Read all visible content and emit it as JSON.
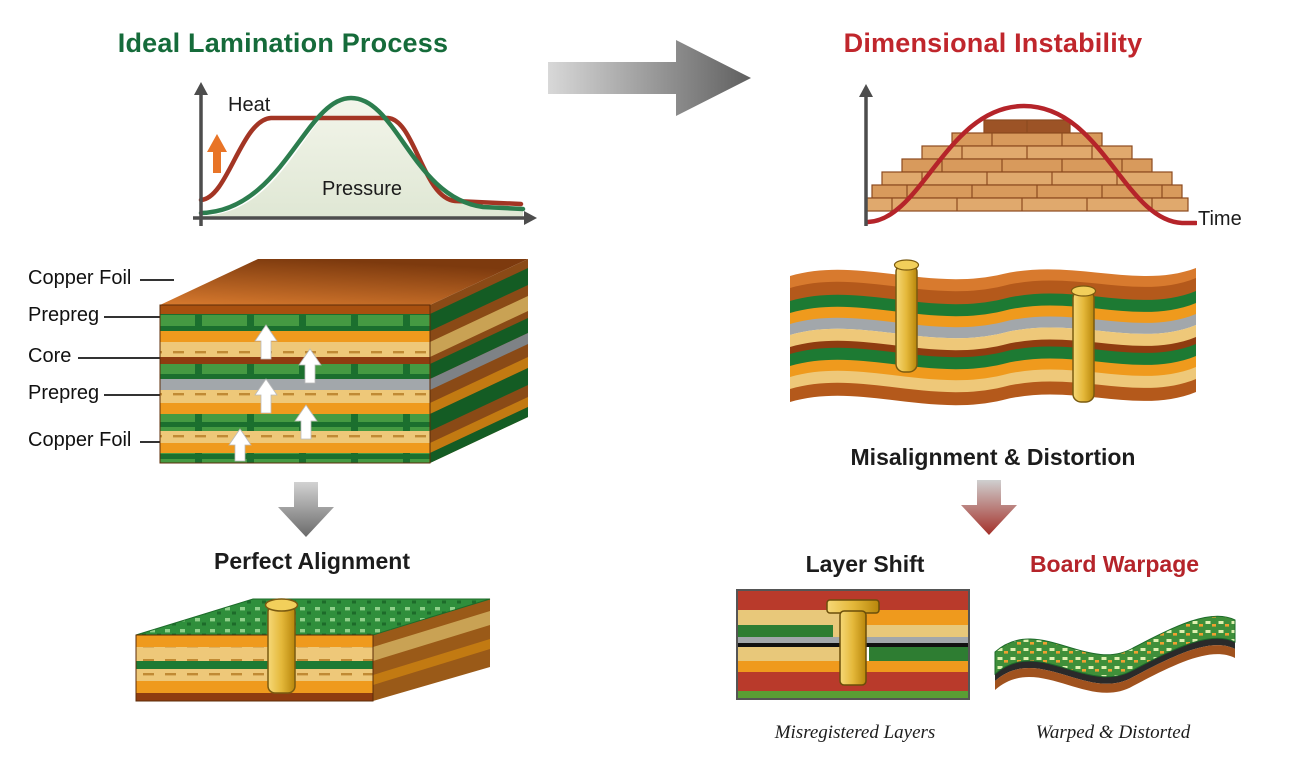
{
  "left": {
    "title": "Ideal Lamination Process",
    "graph": {
      "heat": "Heat",
      "pressure": "Pressure"
    },
    "stack_labels": [
      "Copper Foil",
      "Prepreg",
      "Core",
      "Prepreg",
      "Copper Foil"
    ],
    "result": "Perfect Alignment"
  },
  "right": {
    "title": "Dimensional Instability",
    "graph": {
      "time": "Time"
    },
    "result": "Misalignment & Distortion",
    "layer_shift": {
      "title": "Layer Shift",
      "caption": "Misregistered Layers"
    },
    "board_warpage": {
      "title": "Board Warpage",
      "caption": "Warped & Distorted"
    }
  },
  "colors": {
    "title_green": "#156b3a",
    "title_red": "#c0262c",
    "heat_curve": "#a33524",
    "pressure_curve": "#2c7d4e",
    "copper": "#b4591b",
    "gold_via": "#d9a927",
    "green_layer": "#1d7a33",
    "orange_layer": "#ef9a1d",
    "tan_prepreg": "#eec879",
    "gray_core": "#a2a7ab"
  }
}
